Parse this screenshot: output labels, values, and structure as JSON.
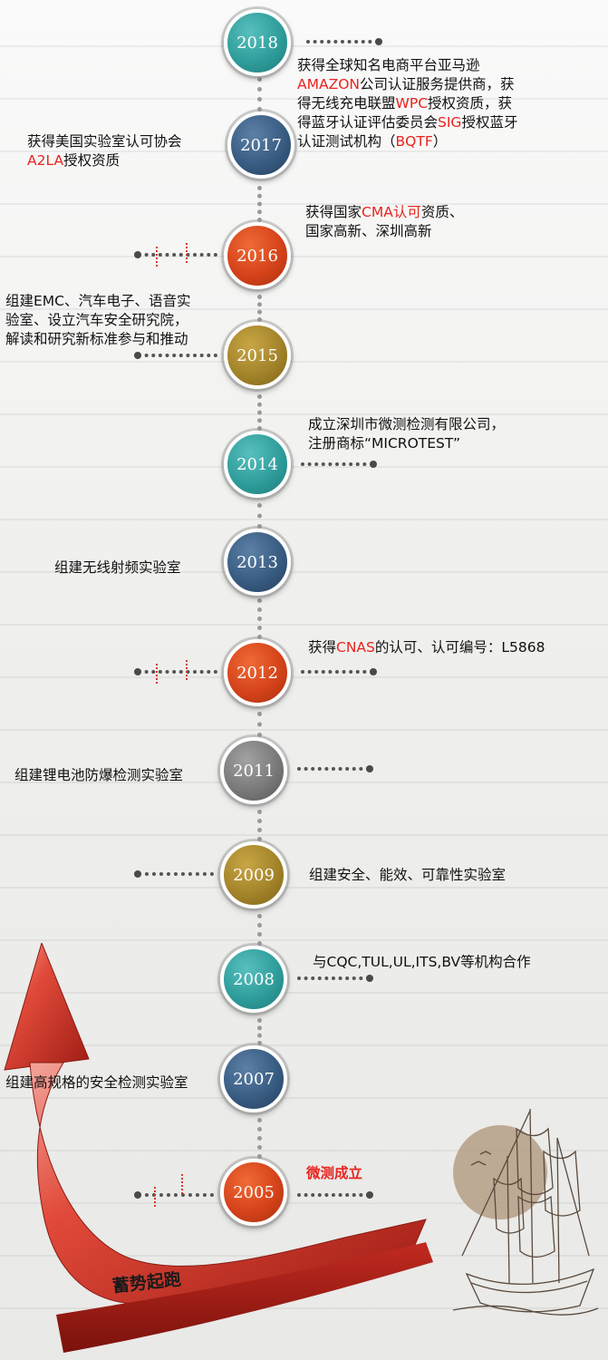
{
  "timeline": [
    {
      "year": "2018",
      "desc": [
        "获得全球知名电商平台亚马逊",
        "AMAZON公司认证服务提供商，获",
        "得无线充电联盟WPC授权资质，获",
        "得蓝牙认证评估委员会SIG授权蓝牙",
        "认证测试机构（BQTF）"
      ]
    },
    {
      "year": "2017",
      "desc": [
        "获得美国实验室认可协会",
        "A2LA授权资质"
      ]
    },
    {
      "year": "2016",
      "desc": [
        "获得国家CMA认可资质、",
        "国家高新、深圳高新"
      ]
    },
    {
      "year": "2015",
      "desc": [
        "组建EMC、汽车电子、语音实",
        "验室、设立汽车安全研究院，",
        "解读和研究新标准参与和推动"
      ]
    },
    {
      "year": "2014",
      "desc": [
        "成立深圳市微测检测有限公司，",
        "注册商标“MICROTEST”"
      ]
    },
    {
      "year": "2013",
      "desc": [
        "组建无线射频实验室"
      ]
    },
    {
      "year": "2012",
      "desc": [
        "获得CNAS的认可、认可编号：L5868"
      ]
    },
    {
      "year": "2011",
      "desc": [
        "组建锂电池防爆检测实验室"
      ]
    },
    {
      "year": "2009",
      "desc": [
        "组建安全、能效、可靠性实验室"
      ]
    },
    {
      "year": "2008",
      "desc": [
        "与CQC,TUL,UL,ITS,BV等机构合作"
      ]
    },
    {
      "year": "2007",
      "desc": [
        "组建高规格的安全检测实验室"
      ]
    },
    {
      "year": "2005",
      "desc": [
        "微测成立"
      ]
    }
  ],
  "slogan": "蓄势起跑",
  "colors": {
    "teal": "#2f9d9b",
    "navy": "#385c82",
    "orange": "#d5431a",
    "gold": "#a4842a",
    "gray": "#7a7a7a",
    "highlight": "#e8241f",
    "arrow": "#d83a2c"
  },
  "icons": [
    "timeline-node",
    "rising-arrow-icon",
    "sailing-ship-icon"
  ]
}
